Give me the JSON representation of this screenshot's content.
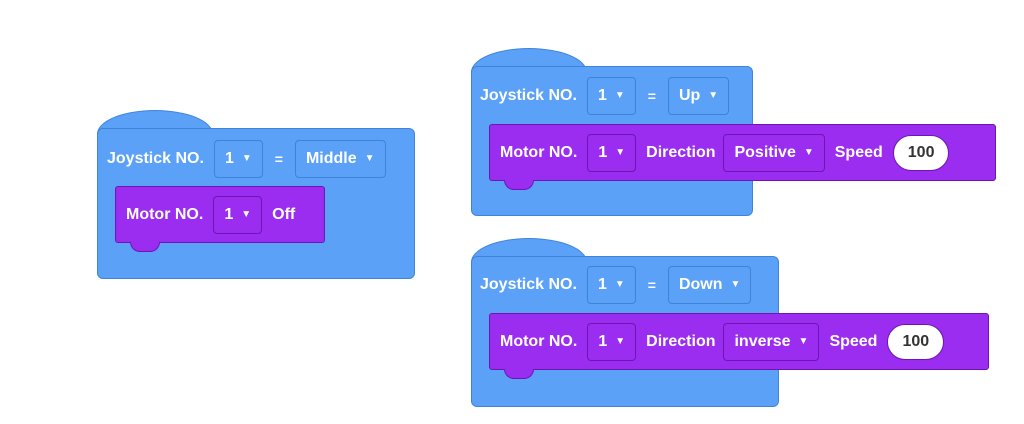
{
  "blocks": [
    {
      "joystick_label": "Joystick NO.",
      "joystick_value": "1",
      "eq": "=",
      "condition": "Middle",
      "motor": {
        "label": "Motor NO.",
        "value": "1",
        "action": "Off"
      }
    },
    {
      "joystick_label": "Joystick NO.",
      "joystick_value": "1",
      "eq": "=",
      "condition": "Up",
      "motor": {
        "label": "Motor NO.",
        "value": "1",
        "direction_label": "Direction",
        "direction": "Positive",
        "speed_label": "Speed",
        "speed": "100"
      }
    },
    {
      "joystick_label": "Joystick NO.",
      "joystick_value": "1",
      "eq": "=",
      "condition": "Down",
      "motor": {
        "label": "Motor NO.",
        "value": "1",
        "direction_label": "Direction",
        "direction": "inverse",
        "speed_label": "Speed",
        "speed": "100"
      }
    }
  ],
  "icons": {
    "dropdown": "caret-down-icon"
  },
  "colors": {
    "event_block": "#5aa1f7",
    "motor_block": "#9a2df0"
  }
}
